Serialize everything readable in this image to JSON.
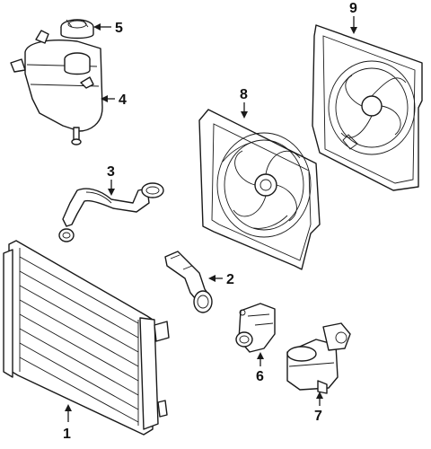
{
  "callouts": [
    {
      "id": "1",
      "label": "1",
      "part": "radiator"
    },
    {
      "id": "2",
      "label": "2",
      "part": "lower-hose"
    },
    {
      "id": "3",
      "label": "3",
      "part": "upper-hose"
    },
    {
      "id": "4",
      "label": "4",
      "part": "expansion-tank"
    },
    {
      "id": "5",
      "label": "5",
      "part": "reservoir-cap"
    },
    {
      "id": "6",
      "label": "6",
      "part": "thermostat"
    },
    {
      "id": "7",
      "label": "7",
      "part": "water-pump"
    },
    {
      "id": "8",
      "label": "8",
      "part": "fan-shroud-front"
    },
    {
      "id": "9",
      "label": "9",
      "part": "fan-shroud-rear"
    }
  ],
  "colors": {
    "line": "#1a1a1a",
    "background": "#ffffff"
  }
}
